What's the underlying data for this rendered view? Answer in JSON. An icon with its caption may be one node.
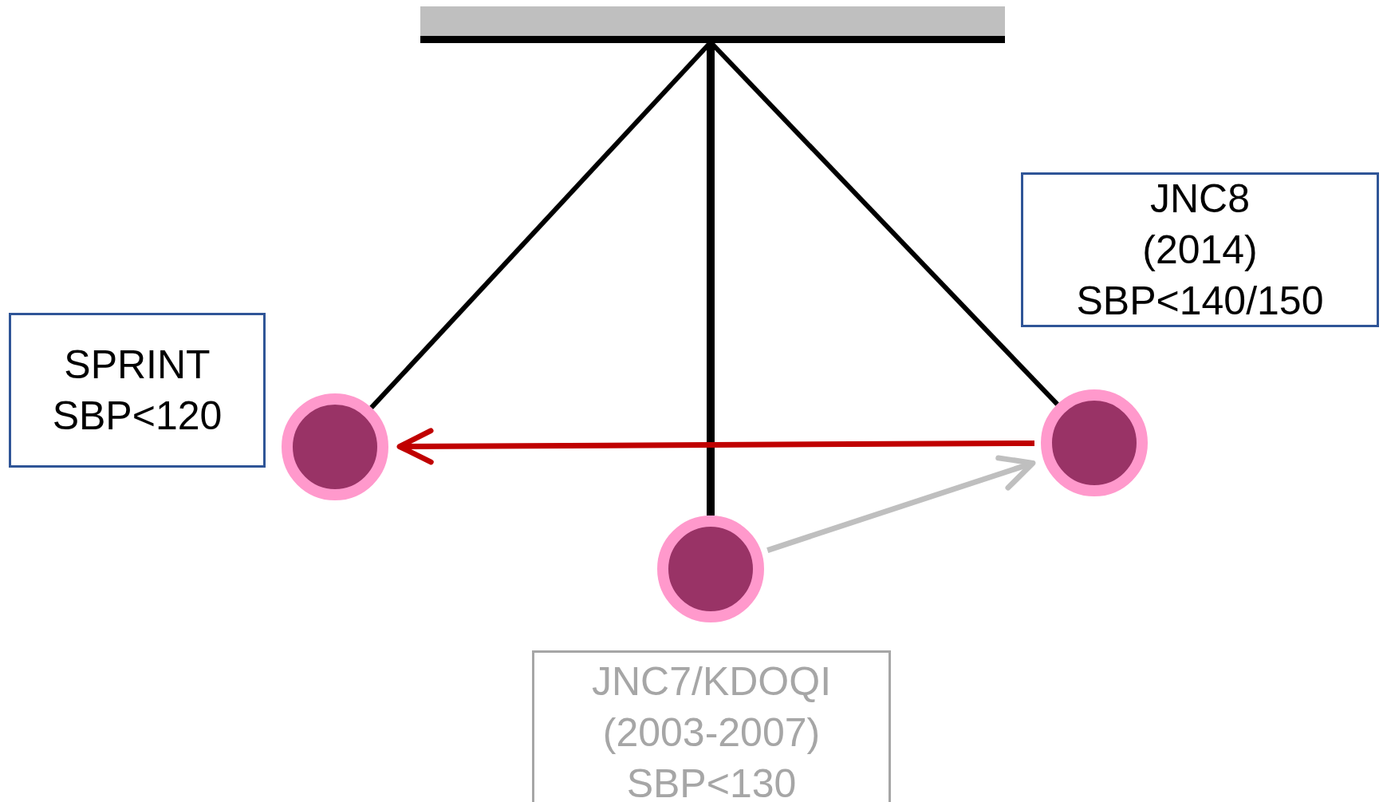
{
  "diagram": {
    "nodes": [
      {
        "text": [
          "JNC8",
          "(2014)",
          "SBP<140/150"
        ]
      },
      {
        "text": [
          "SPRINT",
          "SBP<120"
        ]
      },
      {
        "text": [],
        "shape": "circle"
      },
      {
        "text": [],
        "shape": "circle"
      },
      {
        "text": [],
        "shape": "circle"
      },
      {
        "text": [
          "JNC7/KDOQI",
          "(2003-2007)",
          "SBP<130"
        ]
      }
    ],
    "edges": [
      {
        "from": 3,
        "to": 2,
        "arrow": "to",
        "color": "#c00000"
      },
      {
        "from": 4,
        "to": 3,
        "arrow": "to",
        "color": "#bfbfbf"
      }
    ]
  }
}
